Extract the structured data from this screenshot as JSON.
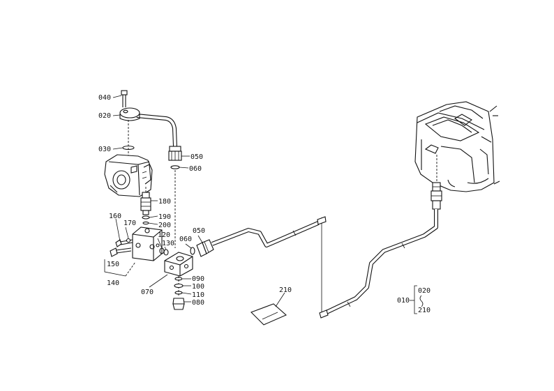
{
  "parts": [
    {
      "id": "p040",
      "label": "040"
    },
    {
      "id": "p020",
      "label": "020"
    },
    {
      "id": "p030",
      "label": "030"
    },
    {
      "id": "p050a",
      "label": "050"
    },
    {
      "id": "p060a",
      "label": "060"
    },
    {
      "id": "p180",
      "label": "180"
    },
    {
      "id": "p190",
      "label": "190"
    },
    {
      "id": "p200",
      "label": "200"
    },
    {
      "id": "p160",
      "label": "160"
    },
    {
      "id": "p170",
      "label": "170"
    },
    {
      "id": "p120",
      "label": "120"
    },
    {
      "id": "p130",
      "label": "130"
    },
    {
      "id": "p060b",
      "label": "060"
    },
    {
      "id": "p050b",
      "label": "050"
    },
    {
      "id": "p150",
      "label": "150"
    },
    {
      "id": "p140",
      "label": "140"
    },
    {
      "id": "p070",
      "label": "070"
    },
    {
      "id": "p090",
      "label": "090"
    },
    {
      "id": "p100",
      "label": "100"
    },
    {
      "id": "p110",
      "label": "110"
    },
    {
      "id": "p080",
      "label": "080"
    },
    {
      "id": "p210",
      "label": "210"
    }
  ],
  "assembly_key": {
    "label": "010",
    "items": [
      "020",
      "210"
    ]
  }
}
